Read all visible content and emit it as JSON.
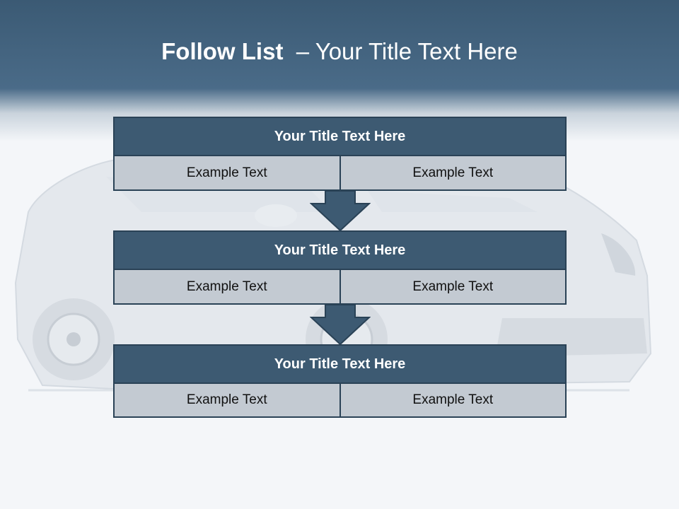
{
  "slide": {
    "title_bold": "Follow List",
    "title_rest": "  – Your Title Text Here"
  },
  "rows": [
    {
      "title": "Your Title Text Here",
      "cells": [
        "Example Text",
        "Example Text"
      ]
    },
    {
      "title": "Your Title Text Here",
      "cells": [
        "Example Text",
        "Example Text"
      ]
    },
    {
      "title": "Your Title Text Here",
      "cells": [
        "Example Text",
        "Example Text"
      ]
    }
  ],
  "colors": {
    "header": "#3b5a74",
    "box_title": "#3d5a72",
    "box_cell": "#c3cad2"
  }
}
